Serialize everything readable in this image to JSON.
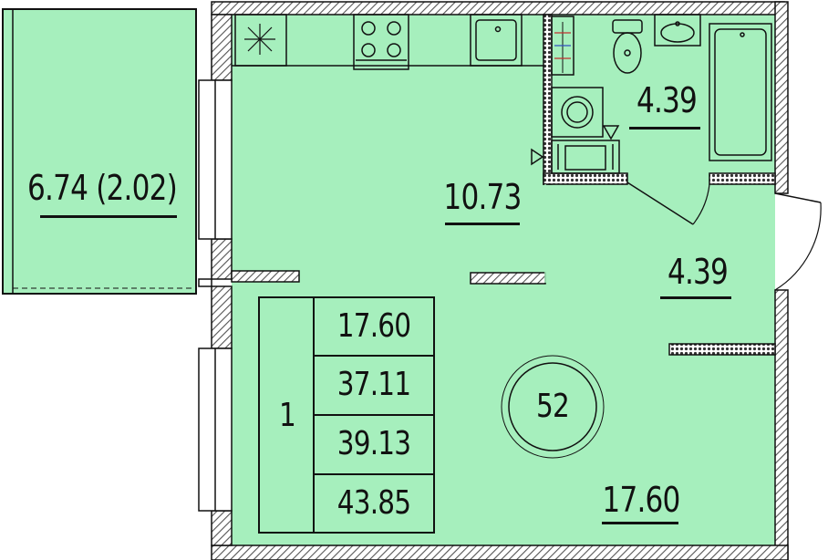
{
  "colors": {
    "room_fill": "#a6efbd",
    "wall_hatch": "#555555",
    "line": "#111111"
  },
  "plan": {
    "apartment_number": "52",
    "rooms": {
      "balcony": {
        "area": "6.74 (2.02)"
      },
      "kitchen": {
        "area": "10.73"
      },
      "bathroom": {
        "area": "4.39"
      },
      "hallway": {
        "area": "4.39"
      },
      "living_room": {
        "area": "17.60"
      }
    },
    "summary": {
      "rooms_count": "1",
      "living_area": "17.60",
      "total_area": "37.11",
      "total_with_balcony": "39.13",
      "gross_area": "43.85"
    }
  },
  "icons": {
    "stove": "stove-icon",
    "sink": "kitchen-sink-icon",
    "toilet": "toilet-icon",
    "washbasin": "washbasin-icon",
    "bathtub": "bathtub-icon",
    "washing_machine": "washing-machine-icon",
    "boiler": "boiler-icon",
    "vent": "vent-icon"
  }
}
